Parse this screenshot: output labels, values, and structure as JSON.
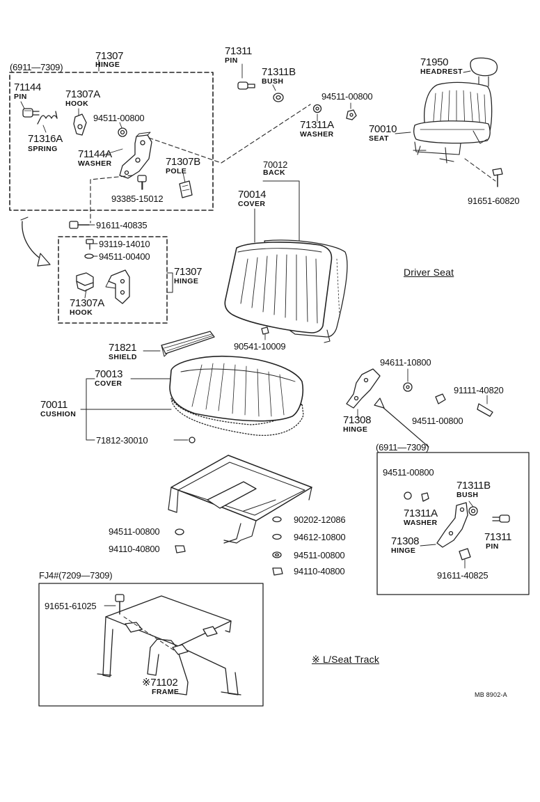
{
  "group_left": {
    "range": "(6911—7309)",
    "hinge_pn": "71307",
    "hinge_name": "HINGE"
  },
  "parts": {
    "p71144": "71144",
    "pin_a": "PIN",
    "p71307a": "71307A",
    "hook_a": "HOOK",
    "p94511a": "94511-00800",
    "p71316a": "71316A",
    "spring": "SPRING",
    "p71144a": "71144A",
    "washer_a": "WASHER",
    "p71307b": "71307B",
    "pole": "POLE",
    "p93385": "93385-15012",
    "p71311": "71311",
    "pin_b": "PIN",
    "p71311b": "71311B",
    "bush_b": "BUSH",
    "p94511b": "94511-00800",
    "p71311a": "71311A",
    "washer_b": "WASHER",
    "p71950": "71950",
    "headrest": "HEADREST",
    "p70010": "70010",
    "seat": "SEAT",
    "p91651a": "91651-60820",
    "p70012": "70012",
    "back": "BACK",
    "p70014": "70014",
    "cover_a": "COVER",
    "p91611a": "91611-40835",
    "p93119": "93119-14010",
    "p94511c": "94511-00400",
    "p71307c": "71307",
    "hinge_c": "HINGE",
    "p71307a2": "71307A",
    "hook_c": "HOOK",
    "driver_seat": "Driver Seat",
    "p90541": "90541-10009",
    "p71821": "71821",
    "shield": "SHIELD",
    "p70013": "70013",
    "cover_b": "COVER",
    "p70011": "70011",
    "cushion": "CUSHION",
    "p71812": "71812-30010",
    "p94611": "94611-10800",
    "p91111": "91111-40820",
    "p71308": "71308",
    "hinge_d": "HINGE",
    "p94511d": "94511-00800",
    "p90202": "90202-12086",
    "p94511e": "94511-00800",
    "p94612": "94612-10800",
    "p94110a": "94110-40800",
    "p94511f": "94511-00800",
    "p94110b": "94110-40800"
  },
  "group_right": {
    "range": "(6911—7309)",
    "p94511": "94511-00800",
    "p71311b": "71311B",
    "bush": "BUSH",
    "p71311a": "71311A",
    "washer": "WASHER",
    "p71308": "71308",
    "hinge": "HINGE",
    "p71311": "71311",
    "pin": "PIN",
    "p91611": "91611-40825"
  },
  "group_frame": {
    "range": "FJ4#(7209—7309)",
    "p91651": "91651-61025",
    "p71102": "※71102",
    "frame": "FRAME"
  },
  "note": "※ L/Seat Track",
  "code": "MB 8902-A"
}
